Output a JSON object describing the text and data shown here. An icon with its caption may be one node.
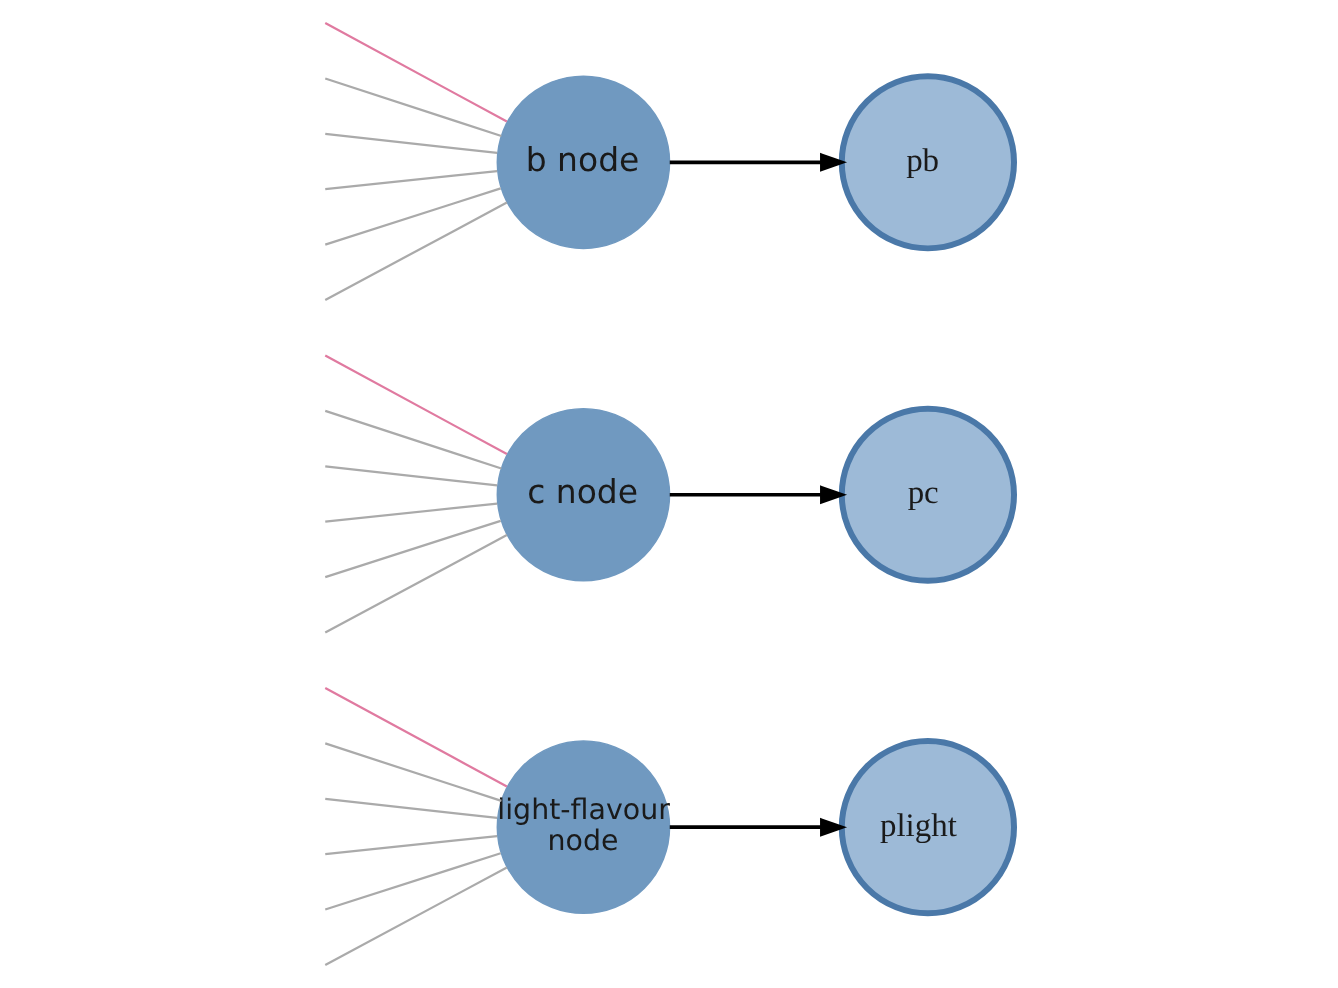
{
  "diagram": {
    "nodes": [
      {
        "text": [
          "b node"
        ]
      },
      {
        "text": [
          "pb"
        ]
      },
      {
        "text": [
          "c node"
        ]
      },
      {
        "text": [
          "pc"
        ]
      },
      {
        "text": [
          "light-flavour node"
        ]
      },
      {
        "text": [
          "plight"
        ]
      }
    ],
    "edges": [
      {
        "from": null,
        "to": 0,
        "arrow": "none",
        "color": "#e07aa0"
      },
      {
        "from": null,
        "to": 0,
        "arrow": "none"
      },
      {
        "from": null,
        "to": 0,
        "arrow": "none"
      },
      {
        "from": null,
        "to": 0,
        "arrow": "none"
      },
      {
        "from": null,
        "to": 0,
        "arrow": "none"
      },
      {
        "from": null,
        "to": 0,
        "arrow": "none"
      },
      {
        "from": null,
        "to": 2,
        "arrow": "none",
        "color": "#e07aa0"
      },
      {
        "from": null,
        "to": 2,
        "arrow": "none"
      },
      {
        "from": null,
        "to": 2,
        "arrow": "none"
      },
      {
        "from": null,
        "to": 2,
        "arrow": "none"
      },
      {
        "from": null,
        "to": 2,
        "arrow": "none"
      },
      {
        "from": null,
        "to": 2,
        "arrow": "none"
      },
      {
        "from": null,
        "to": 4,
        "arrow": "none",
        "color": "#e07aa0"
      },
      {
        "from": null,
        "to": 4,
        "arrow": "none"
      },
      {
        "from": null,
        "to": 4,
        "arrow": "none"
      },
      {
        "from": null,
        "to": 4,
        "arrow": "none"
      },
      {
        "from": null,
        "to": 4,
        "arrow": "none"
      },
      {
        "from": null,
        "to": 4,
        "arrow": "none"
      },
      {
        "from": 0,
        "to": 1,
        "arrow": "to",
        "color": "#000000"
      },
      {
        "from": 2,
        "to": 3,
        "arrow": "to",
        "color": "#000000"
      },
      {
        "from": 4,
        "to": 5,
        "arrow": "to",
        "color": "#000000"
      }
    ]
  }
}
